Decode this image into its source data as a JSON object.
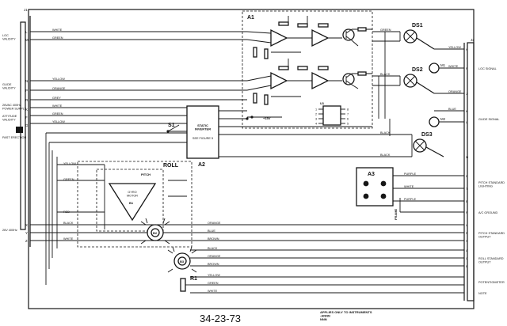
{
  "connectors": {
    "left": "J1",
    "right": "J2"
  },
  "left_groups": [
    {
      "text": "LOC\nVALIDITY"
    },
    {
      "text": "GLIDE\nVALIDITY"
    },
    {
      "text": "26VAC 400Hz\nPOWER SUPPLY"
    },
    {
      "text": "ATTITUDE\nVALIDITY"
    },
    {
      "text": "26V 400Hz"
    },
    {
      "text": "PAST ERECTION"
    }
  ],
  "left_pins": [
    "L",
    "M",
    "N",
    "P",
    "R",
    "K",
    "F",
    "G",
    "X",
    "Y",
    "Z"
  ],
  "right_pins": [
    "H",
    "P",
    "J",
    "K",
    "L",
    "M",
    "D",
    "T",
    "E",
    "F",
    "U",
    "R",
    "S",
    "A",
    "C",
    "B"
  ],
  "right_groups": [
    {
      "text": "LOC SIGNAL"
    },
    {
      "text": "GLIDE SIGNAL"
    },
    {
      "text": "PITCH STANDARD\nLIGHTING"
    },
    {
      "text": "A/C GROUND"
    },
    {
      "text": "PITCH STANDARD\nOUTPUT"
    },
    {
      "text": "ROLL STANDARD\nOUTPUT"
    },
    {
      "text": "POTENTIOMETER"
    },
    {
      "text": "NOTE"
    }
  ],
  "wire_colors": {
    "white": "WHITE",
    "green": "GREEN",
    "yellow": "YELLOW",
    "orange": "ORANGE",
    "grey": "GREY",
    "black": "BLACK",
    "red": "RED",
    "blue": "BLUE",
    "purple": "PURPLE",
    "brown": "BROWN"
  },
  "blocks": {
    "a1": "A1",
    "a2": {
      "id": "A2",
      "title": "STATIC\nINVERTER",
      "sub": "SEE FIGURE 5"
    },
    "a3": "A3",
    "roll": "ROLL",
    "pitch": "PITCH",
    "gyro": {
      "id": "B1",
      "text": "GYRO\nMOTOR"
    },
    "b2": "B2",
    "b3": "B3",
    "r1": "R1",
    "s1": "S1",
    "u1": "U1",
    "ds1": "DS1",
    "ds2": "DS2",
    "ds3": "DS3",
    "m1": "M1",
    "m2": "M2",
    "frame": "FRAME",
    "plus15v": "+15V",
    "pins_ic": [
      "1",
      "2",
      "3",
      "4",
      "5",
      "6",
      "7",
      "8"
    ]
  },
  "note": "APPLIES ONLY TO INSTRUMENTS\n-ANNN\nNNN",
  "figure_code": "34-23-73"
}
